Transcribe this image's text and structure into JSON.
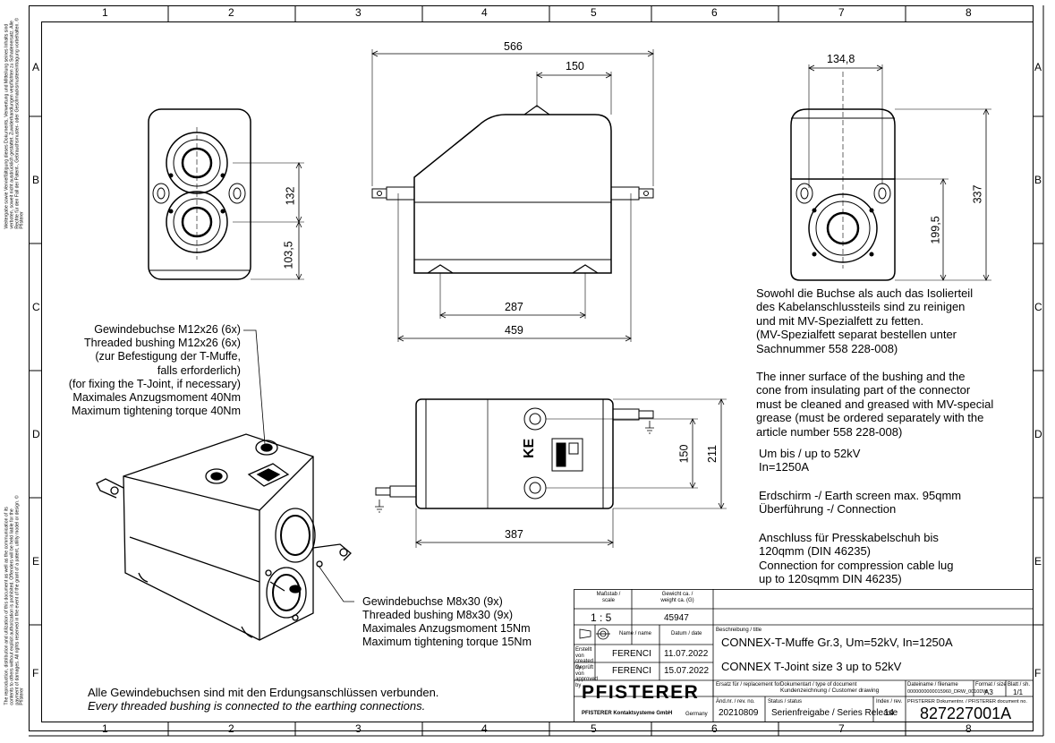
{
  "frame": {
    "columns": [
      "1",
      "2",
      "3",
      "4",
      "5",
      "6",
      "7",
      "8"
    ],
    "rows": [
      "A",
      "B",
      "C",
      "D",
      "E",
      "F"
    ]
  },
  "margin_left_top": "Weitergabe sowie Vervielfältigung dieses Dokuments, Verwertung und Mitteilung seines Inhalts sind verboten, soweit nicht ausdrücklich gestattet. Zuwiderhandlungen verpflichten zu Schadenersatz. Alle Rechte für den Fall der Patent-, Gebrauchsmuster- oder Geschmacksmustereintragung vorbehalten. © Pfisterer",
  "margin_left_bottom": "The reproduction, distribution and utilization of this document as well as the communication of its contents to others without explicit authorization is prohibited. Offenders will be held liable for the payment of damages. All rights reserved in the event of the grant of a patent, utility model or design. © Pfisterer",
  "dims": {
    "d566": "566",
    "d150_top": "150",
    "d287": "287",
    "d459": "459",
    "d132": "132",
    "d103_5": "103,5",
    "d134_8": "134,8",
    "d337": "337",
    "d199_5": "199,5",
    "d150_bottom": "150",
    "d211": "211",
    "d387": "387"
  },
  "notes": {
    "de_grease": [
      "Sowohl die Buchse als auch das Isolierteil",
      "des Kabelanschlussteils sind zu reinigen",
      "und mit MV-Spezialfett zu fetten.",
      "(MV-Spezialfett separat bestellen unter",
      "Sachnummer 558 228-008)"
    ],
    "en_grease": [
      "The inner surface of the bushing and the",
      "cone from insulating part of the connector",
      "must be cleaned and greased with MV-special",
      "grease (must be ordered separately with the",
      "article number 558 228-008)"
    ],
    "voltage": [
      "Um bis / up to 52kV",
      "In=1250A"
    ],
    "earth": [
      "Erdschirm -/ Earth screen max. 95qmm",
      "Überführung -/ Connection"
    ],
    "lug": [
      "Anschluss für Presskabelschuh bis",
      "120qmm (DIN 46235)",
      "Connection for compression cable lug",
      "up to 120sqmm DIN 46235)"
    ],
    "bottom_de": "Alle Gewindebuchsen sind mit den Erdungsanschlüssen verbunden.",
    "bottom_en": "Every threaded bushing is connected to the earthing connections."
  },
  "callouts": {
    "m12": [
      "Gewindebuchse M12x26 (6x)",
      "Threaded bushing M12x26 (6x)",
      "(zur Befestigung der T-Muffe,",
      "falls erforderlich)",
      "(for fixing the T-Joint, if necessary)",
      "Maximales Anzugsmoment 40Nm",
      "Maximum tightening torque 40Nm"
    ],
    "m8": [
      "Gewindebuchse M8x30 (9x)",
      "Threaded bushing M8x30 (9x)",
      "Maximales Anzugsmoment 15Nm",
      "Maximum tightening torque 15Nm"
    ]
  },
  "title_block": {
    "scale_label": "Maßstab / scale",
    "scale": "1 : 5",
    "weight_label": "Gewicht ca. / weight ca. (G)",
    "weight": "45947",
    "name_label": "Name / name",
    "date_label": "Datum / date",
    "created_label": "Erstellt von created by",
    "approved_label": "Geprüft von approved by",
    "created_name": "FERENCI",
    "created_date": "11.07.2022",
    "approved_name": "FERENCI",
    "approved_date": "15.07.2022",
    "title_label": "Beschreibung / title",
    "title_de": "CONNEX-T-Muffe Gr.3, Um=52kV, In=1250A",
    "title_en": "CONNEX T-Joint size 3 up to 52kV",
    "company_logo": "PFISTERER",
    "company": "PFISTERER Kontaktsysteme GmbH",
    "country": "Germany",
    "replace_label": "Ersatz für / replacement for",
    "doctype_label": "Dokumentart / type of document",
    "doctype": "Kundenzeichnung / Customer drawing",
    "filename_label": "Dateiname / filename",
    "filename": "0000000000015960_DRW_0010DW",
    "format_label": "Format / size",
    "format": "A3",
    "sheet_label": "Blatt / sh.",
    "sheet": "1/1",
    "change_no_label": "Änd.nr. / rev. no.",
    "change_no": "20210809",
    "status_label": "Status / status",
    "status": "Serienfreigabe / Series Release",
    "index_label": "Index / rev.",
    "index": "14",
    "docnum_label": "PFISTERER Dokumentnr. / PFISTERER document no.",
    "docnum": "827227001A"
  }
}
